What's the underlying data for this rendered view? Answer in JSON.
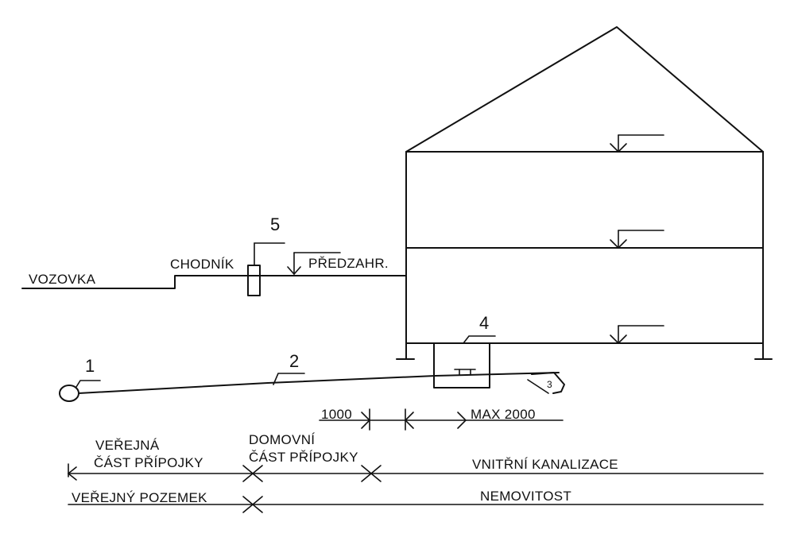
{
  "labels": {
    "vozovka": "VOZOVKA",
    "chodnik": "CHODNÍK",
    "predzahr": "PŘEDZAHR.",
    "dim_1000": "1000",
    "dim_max": "MAX 2000",
    "verejna_1": "VEŘEJNÁ",
    "verejna_2": "ČÁST PŘÍPOJKY",
    "domovni_1": "DOMOVNÍ",
    "domovni_2": "ČÁST PŘÍPOJKY",
    "vnitrni": "VNITŘNÍ KANALIZACE",
    "verejny_pozemek": "VEŘEJNÝ POZEMEK",
    "nemovitost": "NEMOVITOST"
  },
  "markers": {
    "m1": "1",
    "m2": "2",
    "m3": "3",
    "m4": "4",
    "m5": "5"
  }
}
